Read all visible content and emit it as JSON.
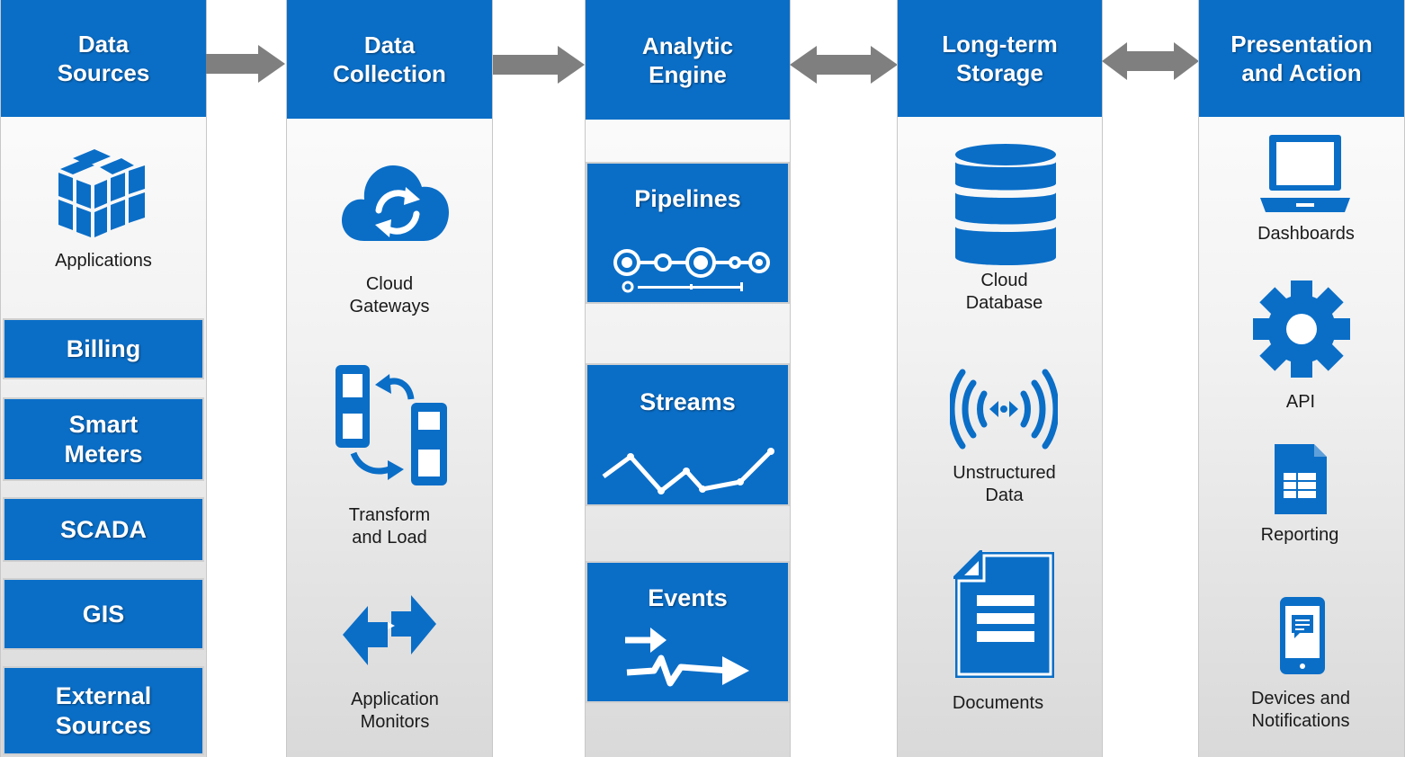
{
  "colors": {
    "brand_blue": "#0a6ec7",
    "arrow_gray": "#7f7f7f"
  },
  "columns": {
    "sources": {
      "title_line1": "Data",
      "title_line2": "Sources",
      "applications_label": "Applications",
      "items": [
        {
          "line1": "Billing",
          "line2": ""
        },
        {
          "line1": "Smart",
          "line2": "Meters"
        },
        {
          "line1": "SCADA",
          "line2": ""
        },
        {
          "line1": "GIS",
          "line2": ""
        },
        {
          "line1": "External",
          "line2": "Sources"
        }
      ]
    },
    "collection": {
      "title_line1": "Data",
      "title_line2": "Collection",
      "items": [
        {
          "icon": "cloud-sync-icon",
          "line1": "Cloud",
          "line2": "Gateways"
        },
        {
          "icon": "transform-icon",
          "line1": "Transform",
          "line2": "and Load"
        },
        {
          "icon": "exchange-arrows-icon",
          "line1": "Application",
          "line2": "Monitors"
        }
      ]
    },
    "engine": {
      "title_line1": "Analytic",
      "title_line2": "Engine",
      "items": [
        {
          "icon": "pipeline-icon",
          "label": "Pipelines"
        },
        {
          "icon": "stream-wave-icon",
          "label": "Streams"
        },
        {
          "icon": "event-arrows-icon",
          "label": "Events"
        }
      ]
    },
    "storage": {
      "title_line1": "Long-term",
      "title_line2": "Storage",
      "items": [
        {
          "icon": "database-icon",
          "line1": "Cloud",
          "line2": "Database"
        },
        {
          "icon": "broadcast-icon",
          "line1": "Unstructured",
          "line2": "Data"
        },
        {
          "icon": "document-icon",
          "line1": "Documents",
          "line2": ""
        }
      ]
    },
    "presentation": {
      "title_line1": "Presentation",
      "title_line2": "and Action",
      "items": [
        {
          "icon": "laptop-icon",
          "line1": "Dashboards",
          "line2": ""
        },
        {
          "icon": "gear-icon",
          "line1": "API",
          "line2": ""
        },
        {
          "icon": "spreadsheet-icon",
          "line1": "Reporting",
          "line2": ""
        },
        {
          "icon": "tablet-icon",
          "line1": "Devices and",
          "line2": "Notifications"
        }
      ]
    }
  }
}
